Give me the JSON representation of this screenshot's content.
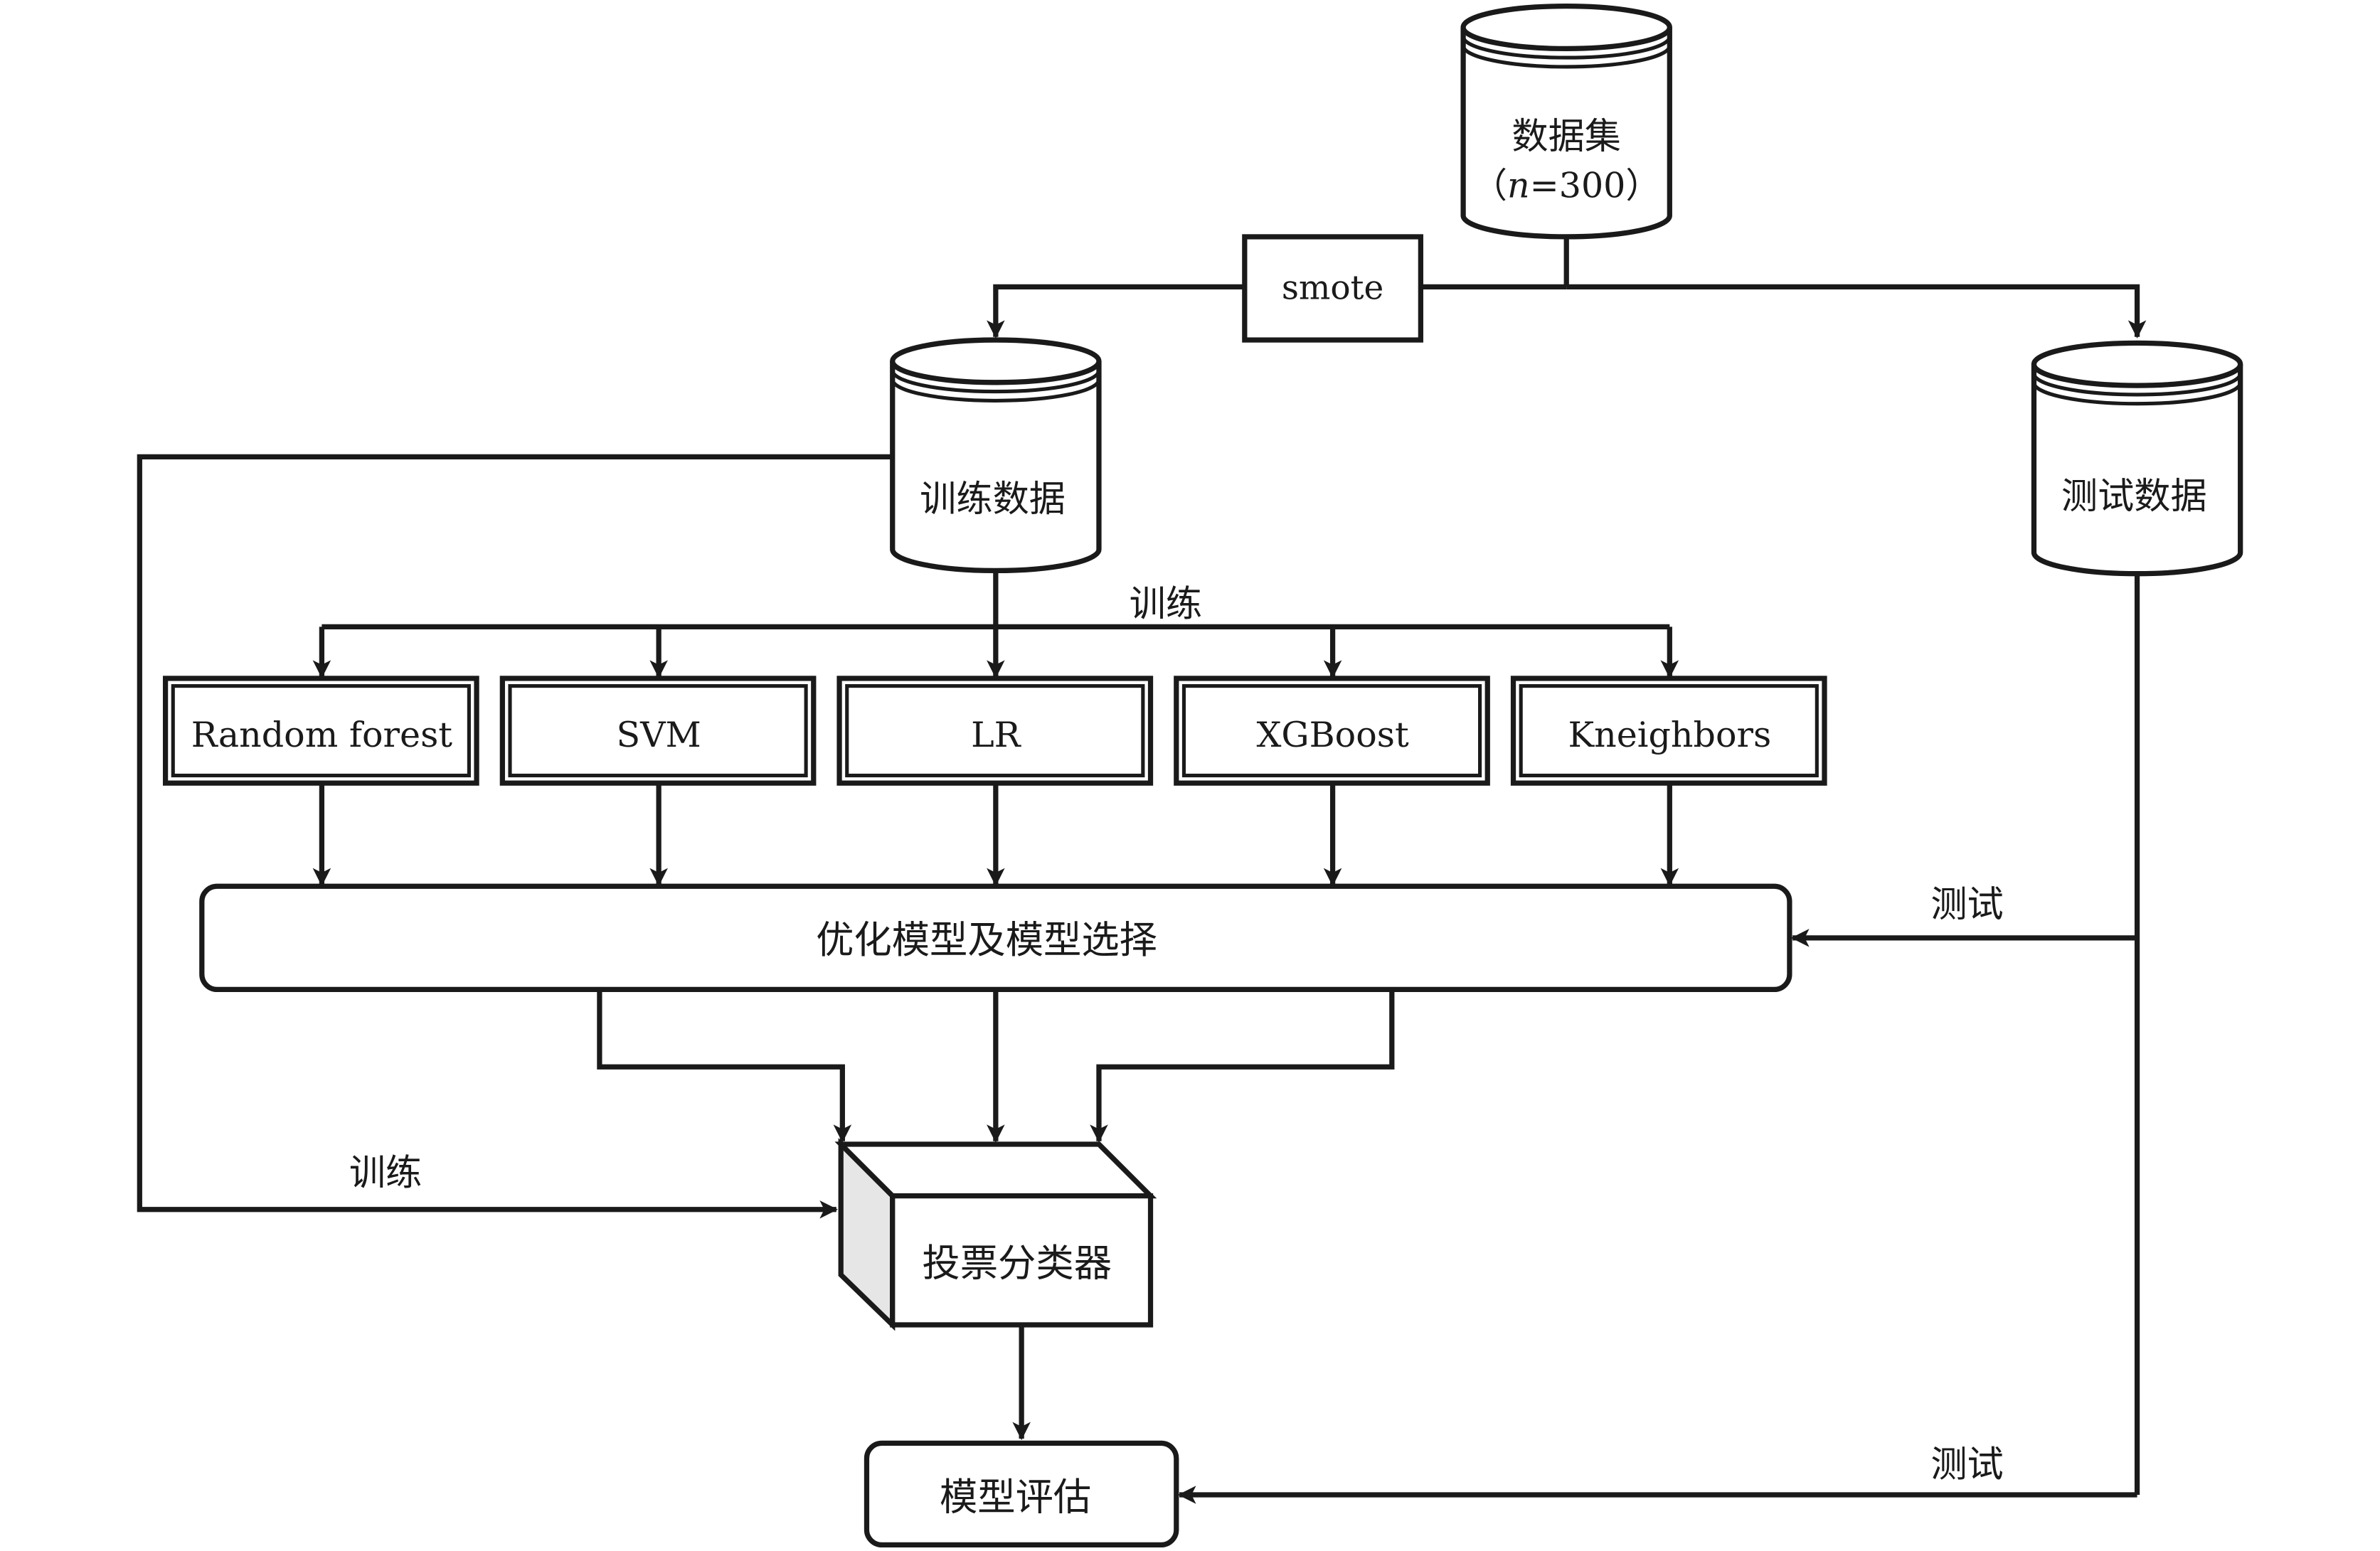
{
  "nodes": {
    "dataset": {
      "line1": "数据集",
      "line2_prefix": "（",
      "line2_var": "n",
      "line2_suffix": "=300）"
    },
    "smote": "smote",
    "train_data": "训练数据",
    "test_data": "测试数据",
    "models": [
      "Random forest",
      "SVM",
      "LR",
      "XGBoost",
      "Kneighbors"
    ],
    "optimize": "优化模型及模型选择",
    "voting": "投票分类器",
    "evaluate": "模型评估"
  },
  "edge_labels": {
    "train_top": "训练",
    "train_left": "训练",
    "test_mid": "测试",
    "test_bottom": "测试"
  },
  "colors": {
    "line": "#1a1a1a",
    "fill": "#ffffff",
    "shade": "#e6e6e6"
  }
}
